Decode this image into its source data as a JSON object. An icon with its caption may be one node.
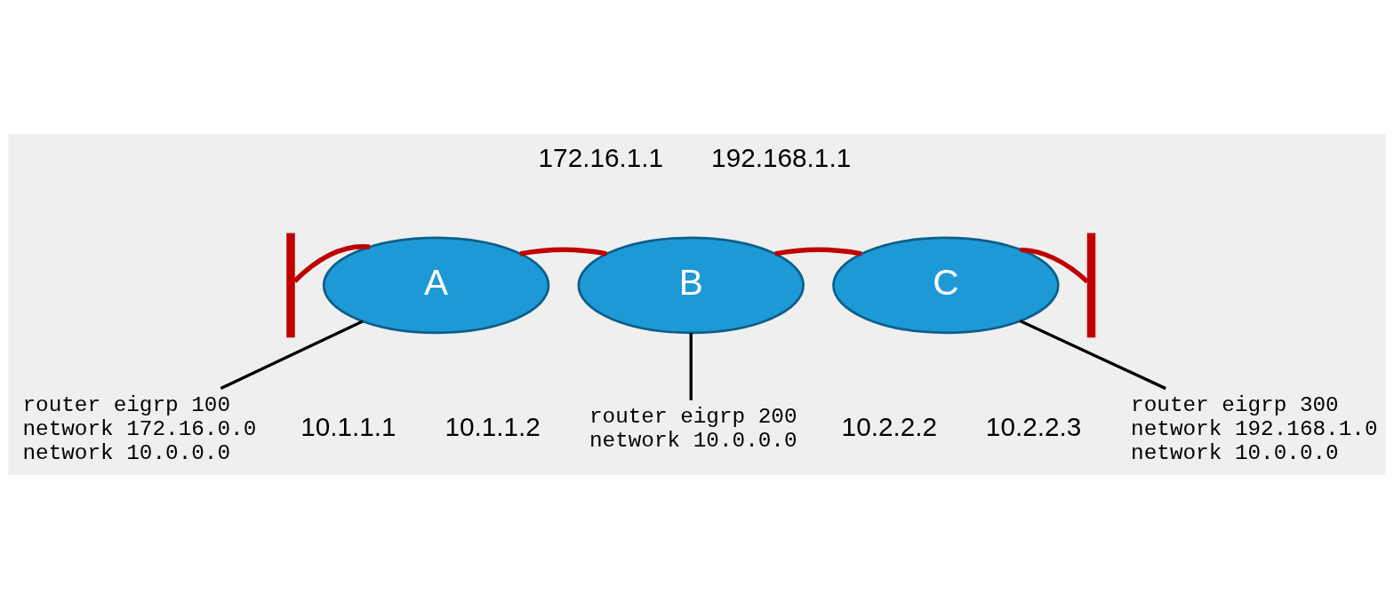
{
  "diagram": {
    "nodes": [
      {
        "text": [],
        "shape": "bar"
      },
      {
        "text": [
          "A"
        ]
      },
      {
        "text": [
          "B"
        ]
      },
      {
        "text": [
          "C"
        ]
      },
      {
        "text": [],
        "shape": "bar"
      },
      {
        "text": [
          "router eigrp 100",
          "network 172.16.0.0",
          "network 10.0.0.0"
        ]
      },
      {
        "text": [
          "router eigrp 200",
          "network 10.0.0.0"
        ]
      },
      {
        "text": [
          "router eigrp 300",
          "network 192.168.1.0",
          "network 10.0.0.0"
        ]
      }
    ],
    "edges": [
      {
        "from": 0,
        "to": 1,
        "arrow": "none"
      },
      {
        "from": 1,
        "to": 2,
        "arrow": "none"
      },
      {
        "from": 2,
        "to": 3,
        "arrow": "none"
      },
      {
        "from": 3,
        "to": 4,
        "arrow": "none"
      },
      {
        "from": 1,
        "to": 5,
        "arrow": "none",
        "color": "#000000"
      },
      {
        "from": 2,
        "to": 6,
        "arrow": "none",
        "color": "#000000"
      },
      {
        "from": 3,
        "to": 7,
        "arrow": "none",
        "color": "#000000"
      }
    ],
    "labels": [
      "172.16.1.1",
      "192.168.1.1",
      "10.1.1.1",
      "10.1.1.2",
      "10.2.2.2",
      "10.2.2.3"
    ]
  }
}
